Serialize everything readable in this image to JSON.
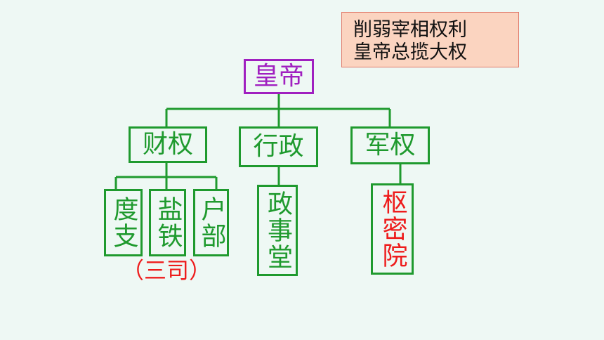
{
  "note": {
    "line1": "削弱宰相权利",
    "line2": "皇帝总揽大权"
  },
  "nodes": {
    "emperor": "皇帝",
    "finance": "财权",
    "administration": "行政",
    "military": "军权",
    "duzhi": "度支",
    "yantie": "盐铁",
    "hubu": "户部",
    "zhengshitang": "政事堂",
    "shumiyuan": "枢密院"
  },
  "sansi_label": "（三司）",
  "colors": {
    "green": "#1f9a2e",
    "purple": "#a020c0",
    "red": "#ee1c1c",
    "note_bg": "#fbd4c0",
    "background": "#eef8f4"
  }
}
